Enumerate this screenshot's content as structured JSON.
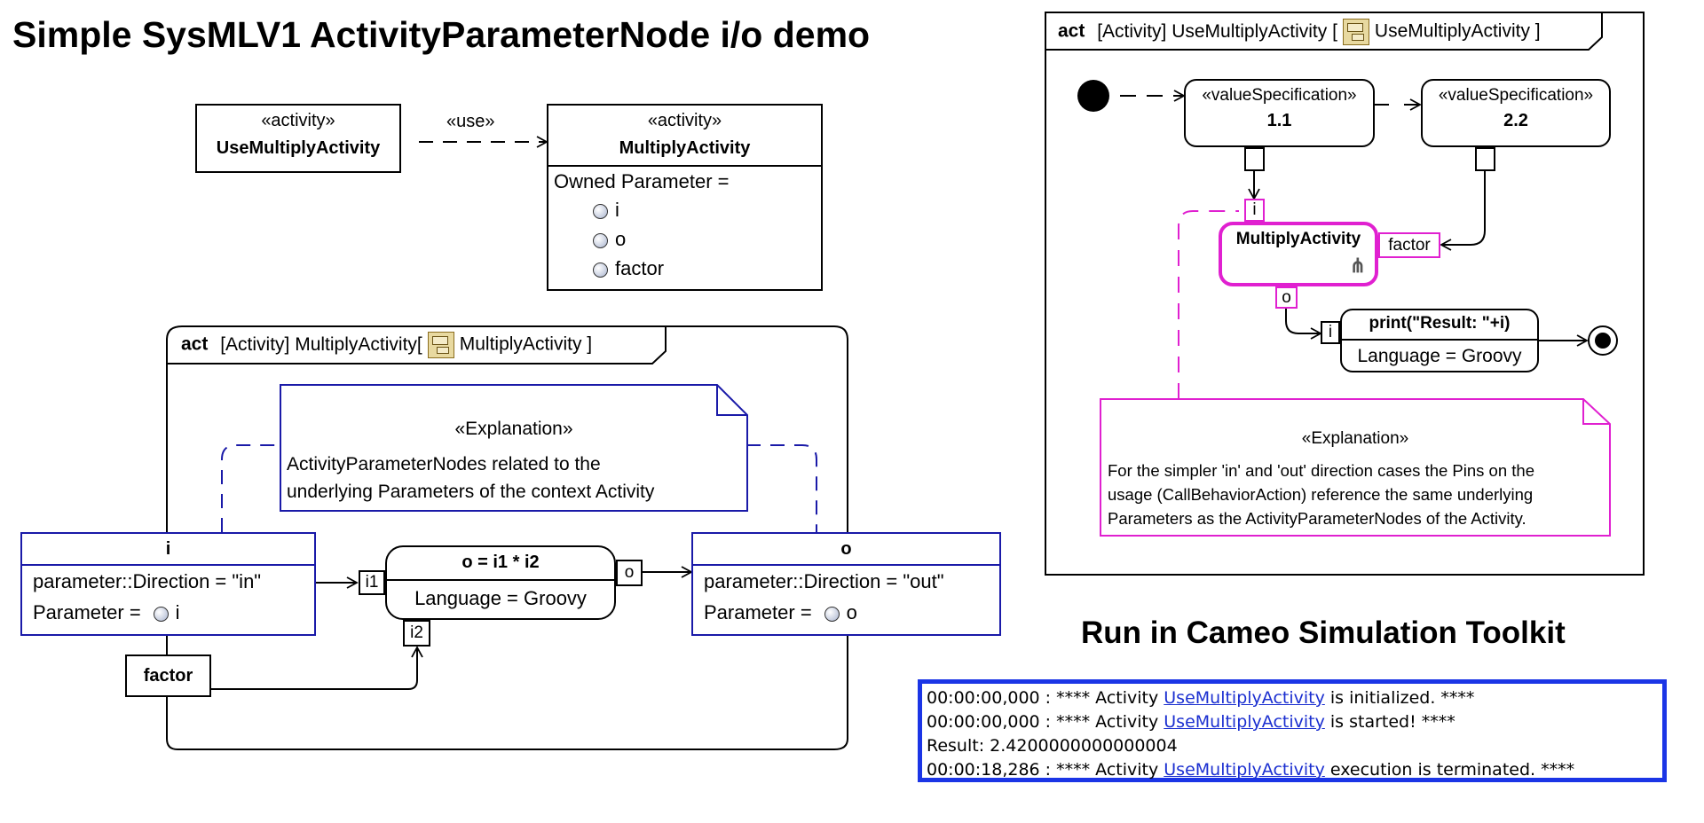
{
  "title": "Simple SysMLV1 ActivityParameterNode i/o demo",
  "subtitle": "Run in Cameo Simulation Toolkit",
  "bdd": {
    "use_activity": {
      "stereotype": "«activity»",
      "name": "UseMultiplyActivity"
    },
    "use_label": "«use»",
    "multiply_activity": {
      "stereotype": "«activity»",
      "name": "MultiplyActivity",
      "compartment_label": "Owned Parameter =",
      "parameters": [
        "i",
        "o",
        "factor"
      ]
    }
  },
  "left_frame": {
    "kind": "act",
    "tab_middle": "[Activity] MultiplyActivity[",
    "tab_end": "MultiplyActivity ]",
    "icon": "activity-diagram-icon",
    "note": {
      "stereotype": "«Explanation»",
      "lines": [
        "ActivityParameterNodes related to the",
        "underlying Parameters of the context Activity"
      ]
    },
    "node_i": {
      "name": "i",
      "direction": "parameter::Direction = \"in\"",
      "param_label": "Parameter =",
      "param": "i"
    },
    "node_o": {
      "name": "o",
      "direction": "parameter::Direction = \"out\"",
      "param_label": "Parameter =",
      "param": "o"
    },
    "node_factor": {
      "name": "factor"
    },
    "action": {
      "name": "o = i1 * i2",
      "language": "Language = Groovy"
    },
    "pins": {
      "i1": "i1",
      "i2": "i2",
      "o": "o"
    }
  },
  "right_frame": {
    "kind": "act",
    "tab_middle": "[Activity] UseMultiplyActivity [",
    "tab_end": "UseMultiplyActivity ]",
    "icon": "activity-diagram-icon",
    "value1": {
      "stereotype": "«valueSpecification»",
      "value": "1.1"
    },
    "value2": {
      "stereotype": "«valueSpecification»",
      "value": "2.2"
    },
    "call_action": {
      "name": "MultiplyActivity",
      "pin_i": "i",
      "pin_factor": "factor",
      "pin_o": "o"
    },
    "print_action": {
      "name": "print(\"Result: \"+i)",
      "language": "Language = Groovy",
      "pin_i": "i"
    },
    "note": {
      "stereotype": "«Explanation»",
      "lines": [
        "For the simpler 'in' and 'out' direction cases the Pins on the",
        "usage (CallBehaviorAction) reference the same underlying",
        "Parameters as the ActivityParameterNodes of the Activity."
      ]
    }
  },
  "console": {
    "lines": [
      {
        "before": "00:00:00,000 : **** Activity ",
        "link": "UseMultiplyActivity",
        "after": " is initialized. ****"
      },
      {
        "before": "00:00:00,000 : **** Activity ",
        "link": "UseMultiplyActivity",
        "after": " is started! ****"
      },
      {
        "before": "Result: 2.4200000000000004",
        "link": "",
        "after": ""
      },
      {
        "before": "00:00:18,286 : **** Activity ",
        "link": "UseMultiplyActivity",
        "after": " execution is terminated. ****"
      }
    ]
  },
  "colors": {
    "note_left": "#1a1aa8",
    "node_border": "#1a1aa8",
    "highlight": "#e020d0",
    "console_border": "#1b35e6",
    "link": "#1b2fd0"
  }
}
